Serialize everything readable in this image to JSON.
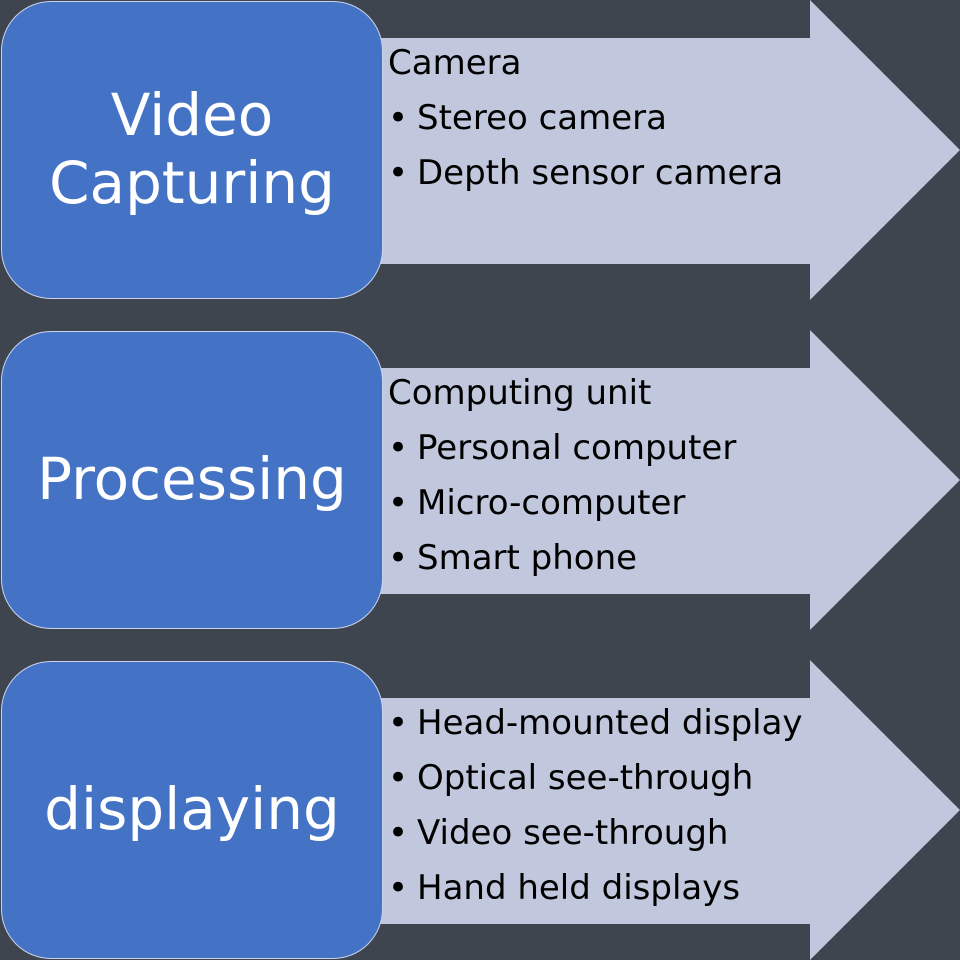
{
  "colors": {
    "background": "#3f454e",
    "stage_fill": "#4472c4",
    "arrow_fill": "#c1c7dc",
    "stage_text": "#ffffff",
    "detail_text": "#000000"
  },
  "stages": [
    {
      "title": "Video\nCapturing",
      "heading": "Camera",
      "items": [
        "Stereo camera",
        "Depth sensor camera"
      ]
    },
    {
      "title": "Processing",
      "heading": "Computing unit",
      "items": [
        "Personal computer",
        "Micro-computer",
        "Smart phone"
      ]
    },
    {
      "title": "displaying",
      "heading": "",
      "items": [
        "Head-mounted display",
        "Optical see-through",
        "Video see-through",
        "Hand held displays"
      ]
    }
  ]
}
